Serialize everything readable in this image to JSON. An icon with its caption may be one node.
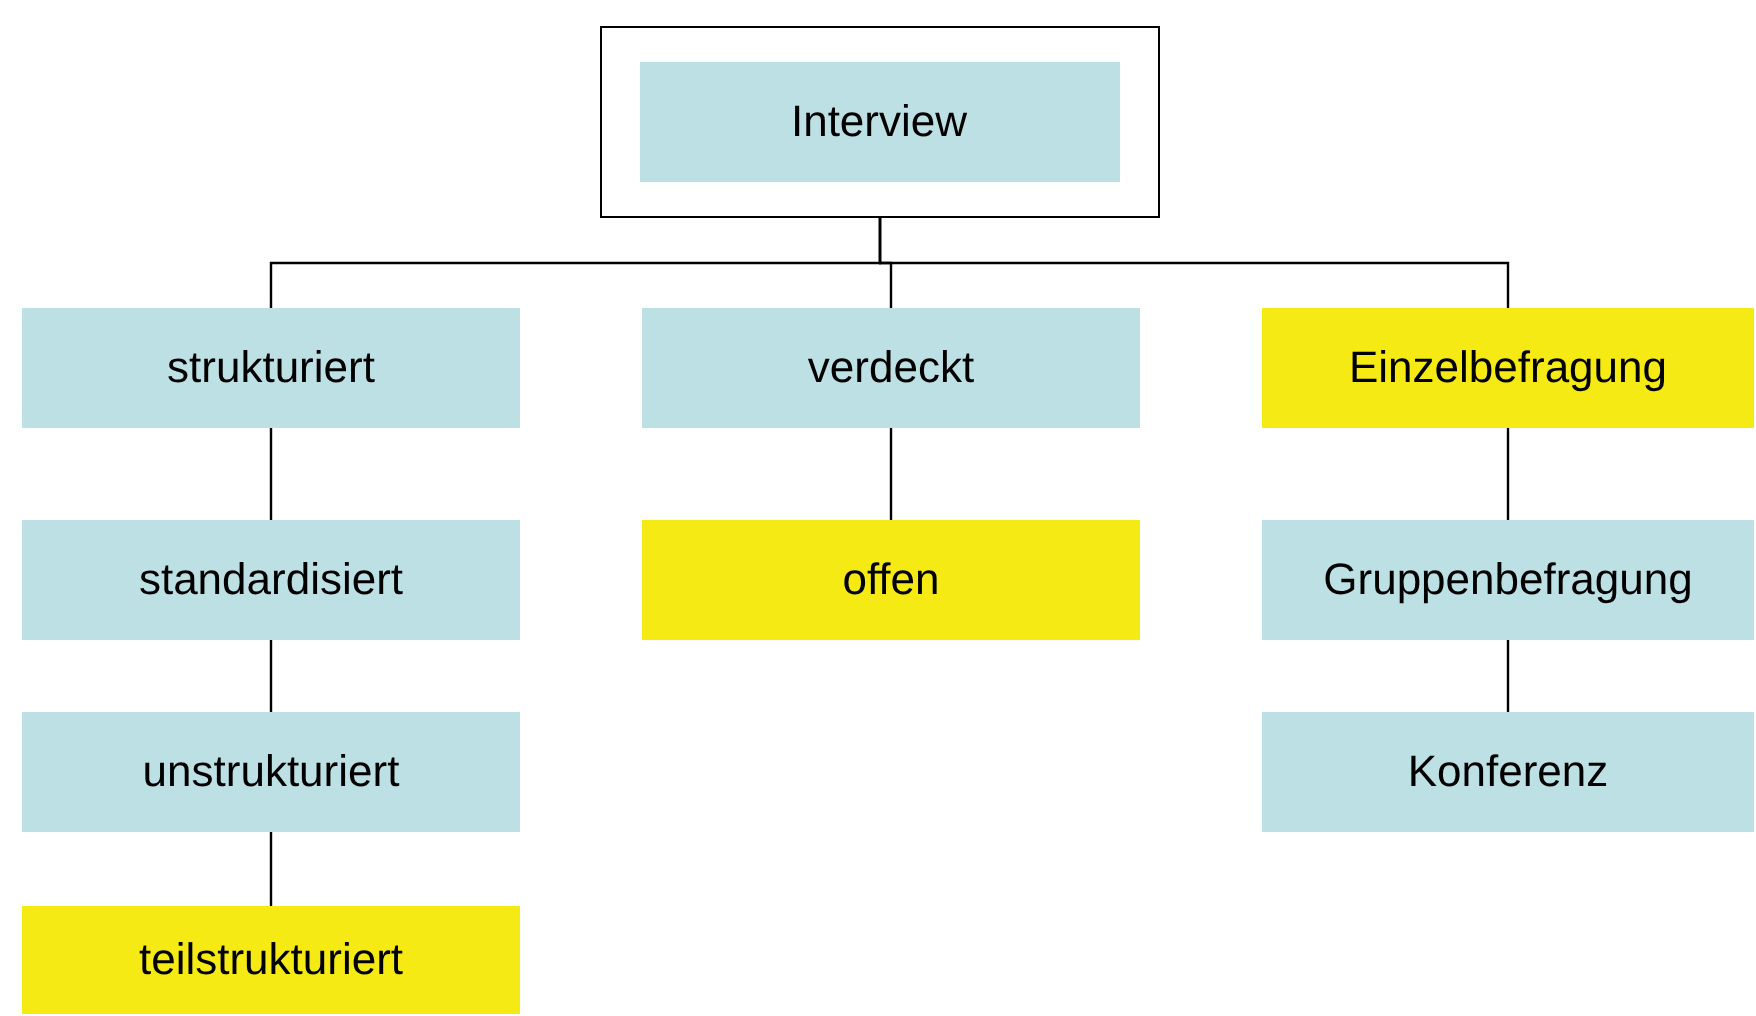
{
  "diagram": {
    "nodes": [
      {
        "text": [],
        "shape": "box"
      },
      {
        "text": [
          "Interview"
        ],
        "in": 0
      },
      {
        "text": [
          "strukturiert"
        ]
      },
      {
        "text": [
          "standardisiert"
        ]
      },
      {
        "text": [
          "unstrukturiert"
        ]
      },
      {
        "text": [
          "teilstrukturiert"
        ]
      },
      {
        "text": [
          "verdeckt"
        ]
      },
      {
        "text": [
          "offen"
        ]
      },
      {
        "text": [
          "Einzelbefragung"
        ]
      },
      {
        "text": [
          "Gruppenbefragung"
        ]
      },
      {
        "text": [
          "Konferenz"
        ]
      }
    ],
    "edges": [
      {
        "from": 0,
        "to": 2,
        "arrow": "none"
      },
      {
        "from": 0,
        "to": 6,
        "arrow": "none"
      },
      {
        "from": 0,
        "to": 8,
        "arrow": "none"
      },
      {
        "from": 2,
        "to": 3,
        "arrow": "none"
      },
      {
        "from": 3,
        "to": 4,
        "arrow": "none"
      },
      {
        "from": 4,
        "to": 5,
        "arrow": "none"
      },
      {
        "from": 6,
        "to": 7,
        "arrow": "none"
      },
      {
        "from": 8,
        "to": 9,
        "arrow": "none"
      },
      {
        "from": 9,
        "to": 10,
        "arrow": "none"
      }
    ]
  }
}
